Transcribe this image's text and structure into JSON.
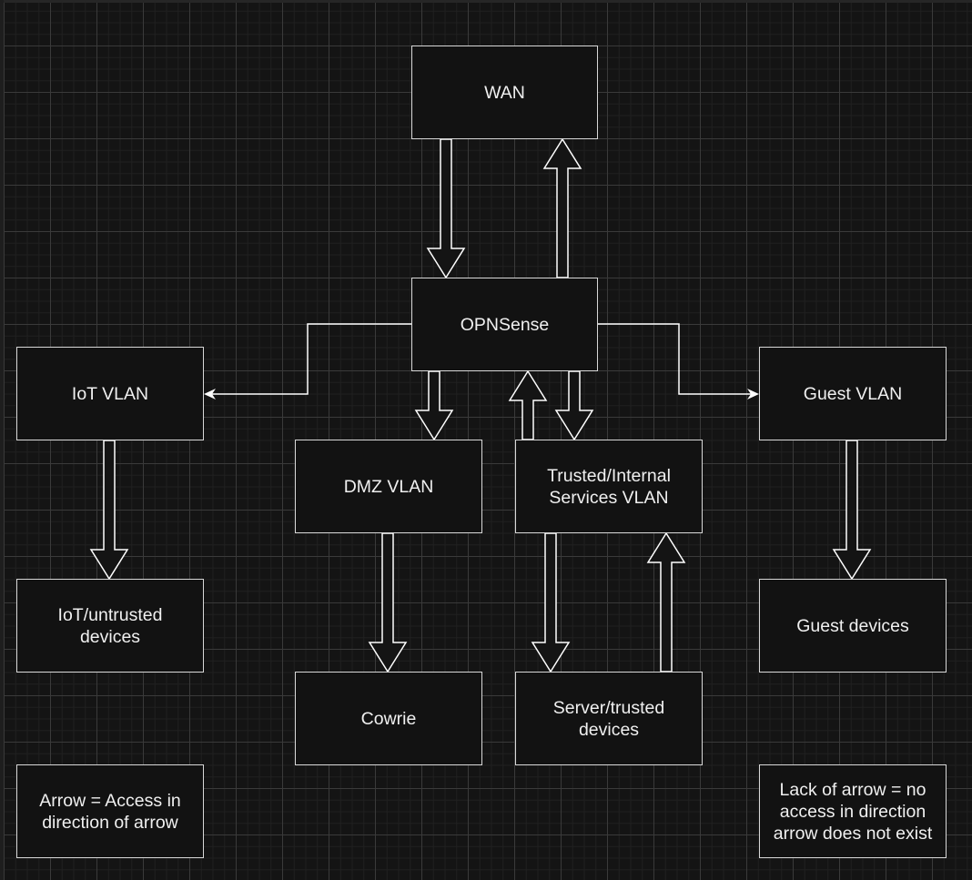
{
  "diagram": {
    "title": "Network VLAN access diagram",
    "colors": {
      "background": "#141414",
      "node_fill": "#121212",
      "stroke": "#ffffff",
      "text": "#f0f0f0"
    },
    "nodes": [
      {
        "id": "wan",
        "label": "WAN"
      },
      {
        "id": "opnsense",
        "label": "OPNSense"
      },
      {
        "id": "iot_vlan",
        "label": "IoT VLAN"
      },
      {
        "id": "guest_vlan",
        "label": "Guest VLAN"
      },
      {
        "id": "dmz_vlan",
        "label": "DMZ VLAN"
      },
      {
        "id": "trusted_vlan",
        "label": "Trusted/Internal Services VLAN"
      },
      {
        "id": "iot_devices",
        "label": "IoT/untrusted devices"
      },
      {
        "id": "guest_devices",
        "label": "Guest devices"
      },
      {
        "id": "cowrie",
        "label": "Cowrie"
      },
      {
        "id": "server_devices",
        "label": "Server/trusted devices"
      },
      {
        "id": "legend_arrow",
        "label": "Arrow = Access in direction of arrow"
      },
      {
        "id": "legend_no_arrow",
        "label": "Lack of arrow = no access in direction arrow does not exist"
      }
    ],
    "edges": [
      {
        "from": "wan",
        "to": "opnsense",
        "style": "block-arrow"
      },
      {
        "from": "opnsense",
        "to": "wan",
        "style": "block-arrow"
      },
      {
        "from": "opnsense",
        "to": "iot_vlan",
        "style": "elbow-line"
      },
      {
        "from": "opnsense",
        "to": "guest_vlan",
        "style": "elbow-line"
      },
      {
        "from": "opnsense",
        "to": "dmz_vlan",
        "style": "block-arrow"
      },
      {
        "from": "trusted_vlan",
        "to": "opnsense",
        "style": "block-arrow"
      },
      {
        "from": "opnsense",
        "to": "trusted_vlan",
        "style": "block-arrow"
      },
      {
        "from": "iot_vlan",
        "to": "iot_devices",
        "style": "block-arrow"
      },
      {
        "from": "guest_vlan",
        "to": "guest_devices",
        "style": "block-arrow"
      },
      {
        "from": "dmz_vlan",
        "to": "cowrie",
        "style": "block-arrow"
      },
      {
        "from": "trusted_vlan",
        "to": "server_devices",
        "style": "block-arrow"
      },
      {
        "from": "server_devices",
        "to": "trusted_vlan",
        "style": "block-arrow"
      }
    ]
  }
}
